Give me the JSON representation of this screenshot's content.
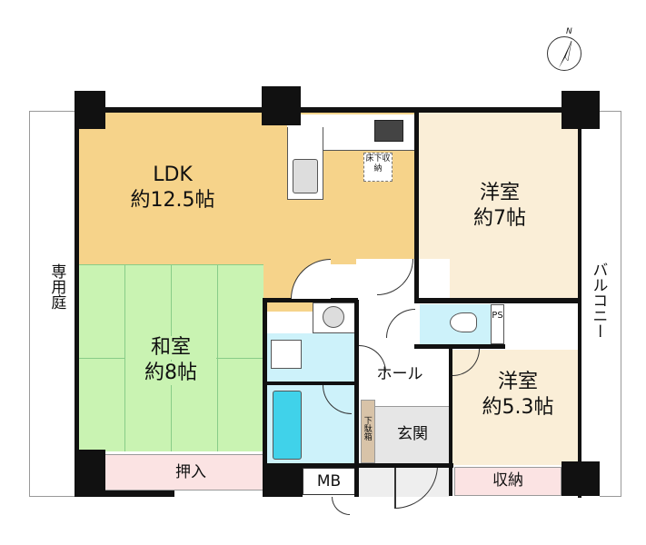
{
  "rooms": {
    "ldk": {
      "name": "LDK",
      "size": "約12.5帖"
    },
    "western_7": {
      "name": "洋室",
      "size": "約7帖"
    },
    "japanese": {
      "name": "和室",
      "size": "約8帖"
    },
    "western_53": {
      "name": "洋室",
      "size": "約5.3帖"
    },
    "oshiire": "押入",
    "storage": "収納",
    "underfloor_storage": "床下収納",
    "hall": "ホール",
    "entrance": "玄関",
    "shoe_box": "下駄箱",
    "meter_box": "MB",
    "pipe_space": "PS",
    "private_garden": "専用庭",
    "balcony": "バルコニー"
  },
  "compass": {
    "label": "N"
  },
  "colors": {
    "ldk": "#f6d38a",
    "western": "#faeed7",
    "tatami": "#c9f3b2",
    "wet": "#cdf2fa",
    "closet": "#fbe3e3",
    "entrance": "#e6e6e6",
    "shoe_box": "#d8c3a8",
    "wall": "#111111"
  }
}
